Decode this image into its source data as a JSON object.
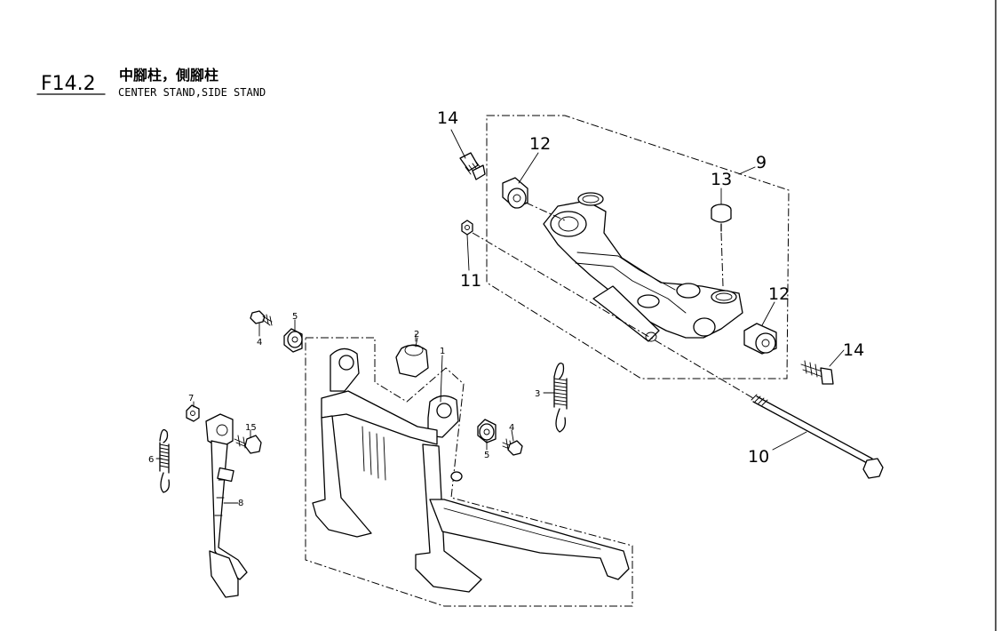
{
  "header": {
    "code": "F14.2",
    "title_cn": "中腳柱，側腳柱",
    "title_en": "CENTER STAND,SIDE STAND"
  },
  "callouts": {
    "c1": "1",
    "c2": "2",
    "c3": "3",
    "c4a": "4",
    "c4b": "4",
    "c5a": "5",
    "c5b": "5",
    "c6": "6",
    "c7": "7",
    "c8": "8",
    "c9": "9",
    "c10": "10",
    "c11": "11",
    "c12a": "12",
    "c12b": "12",
    "c13": "13",
    "c14a": "14",
    "c14b": "14",
    "c15": "15"
  }
}
